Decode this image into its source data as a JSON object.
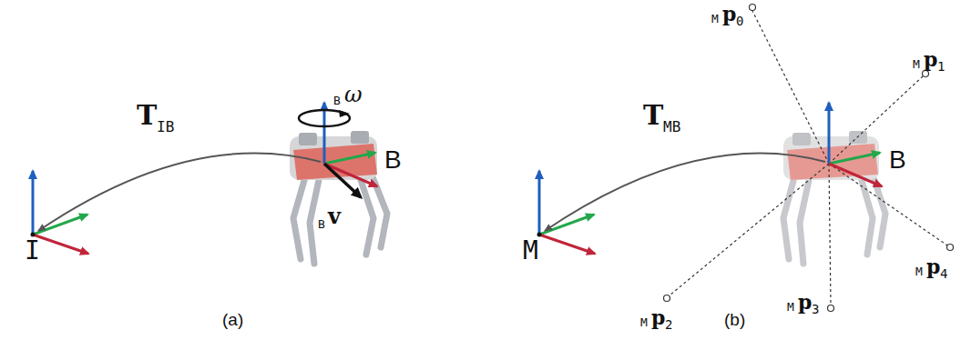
{
  "diagram": {
    "labels": [
      "T",
      "IB",
      "B",
      "ω",
      "B",
      "B",
      "v",
      "I",
      "(a)",
      "T",
      "MB",
      "B",
      "M",
      "M",
      "p",
      "0",
      "M",
      "p",
      "1",
      "M",
      "p",
      "2",
      "M",
      "p",
      "3",
      "M",
      "p",
      "4",
      "(b)"
    ]
  }
}
